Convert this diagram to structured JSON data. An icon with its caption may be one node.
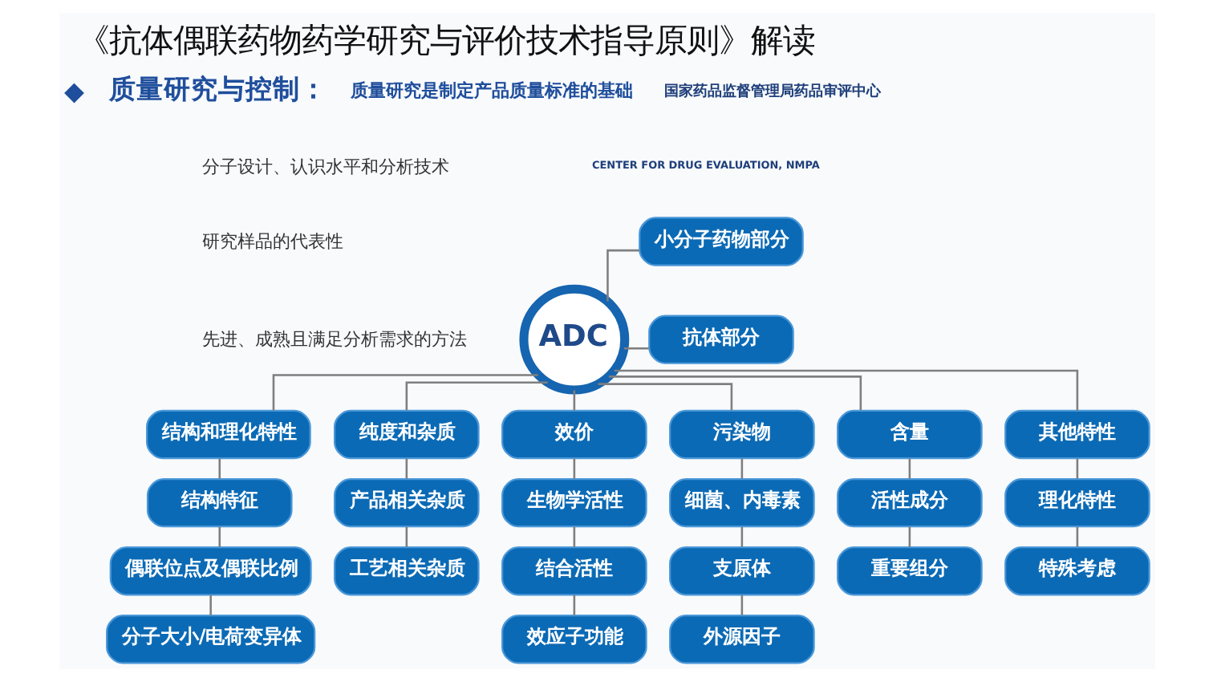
{
  "diagram": {
    "title": "《抗体偶联药物药学研究与评价技术指导原则》解读",
    "nodes": [
      {
        "text": [
          "ADC"
        ]
      },
      {
        "text": [
          "小分子药物部分"
        ]
      },
      {
        "text": [
          "抗体部分"
        ]
      },
      {
        "text": [
          "结构和理化特性"
        ]
      },
      {
        "text": [
          "纯度和杂质"
        ]
      },
      {
        "text": [
          "效价"
        ]
      },
      {
        "text": [
          "污染物"
        ]
      },
      {
        "text": [
          "含量"
        ]
      },
      {
        "text": [
          "其他特性"
        ]
      },
      {
        "text": [
          "结构特征"
        ]
      },
      {
        "text": [
          "产品相关杂质"
        ]
      },
      {
        "text": [
          "生物学活性"
        ]
      },
      {
        "text": [
          "细菌、内毒素"
        ]
      },
      {
        "text": [
          "活性成分"
        ]
      },
      {
        "text": [
          "理化特性"
        ]
      },
      {
        "text": [
          "偶联位点及偶联比例"
        ]
      },
      {
        "text": [
          "工艺相关杂质"
        ]
      },
      {
        "text": [
          "结合活性"
        ]
      },
      {
        "text": [
          "支原体"
        ]
      },
      {
        "text": [
          "重要组分"
        ]
      },
      {
        "text": [
          "特殊考虑"
        ]
      },
      {
        "text": [
          "分子大小/电荷变异体"
        ]
      },
      {
        "text": [
          "效应子功能"
        ]
      },
      {
        "text": [
          "外源因子"
        ]
      }
    ],
    "edges": [
      {
        "from": 0,
        "to": 1,
        "arrow": "none"
      },
      {
        "from": 0,
        "to": 2,
        "arrow": "none"
      },
      {
        "from": 0,
        "to": 3,
        "arrow": "none"
      },
      {
        "from": 0,
        "to": 4,
        "arrow": "none"
      },
      {
        "from": 0,
        "to": 5,
        "arrow": "none"
      },
      {
        "from": 0,
        "to": 6,
        "arrow": "none"
      },
      {
        "from": 0,
        "to": 7,
        "arrow": "none"
      },
      {
        "from": 0,
        "to": 8,
        "arrow": "none"
      },
      {
        "from": 3,
        "to": 9,
        "arrow": "none"
      },
      {
        "from": 9,
        "to": 15,
        "arrow": "none"
      },
      {
        "from": 15,
        "to": 21,
        "arrow": "none"
      },
      {
        "from": 4,
        "to": 10,
        "arrow": "none"
      },
      {
        "from": 10,
        "to": 16,
        "arrow": "none"
      },
      {
        "from": 5,
        "to": 11,
        "arrow": "none"
      },
      {
        "from": 11,
        "to": 17,
        "arrow": "none"
      },
      {
        "from": 17,
        "to": 22,
        "arrow": "none"
      },
      {
        "from": 6,
        "to": 12,
        "arrow": "none"
      },
      {
        "from": 12,
        "to": 18,
        "arrow": "none"
      },
      {
        "from": 18,
        "to": 23,
        "arrow": "none"
      },
      {
        "from": 7,
        "to": 13,
        "arrow": "none"
      },
      {
        "from": 13,
        "to": 19,
        "arrow": "none"
      },
      {
        "from": 8,
        "to": 14,
        "arrow": "none"
      },
      {
        "from": 14,
        "to": 20,
        "arrow": "none"
      }
    ],
    "labels": [
      "国家药品监督管理局药品审评中心",
      "CENTER FOR DRUG EVALUATION, NMPA",
      "质量研究与控制：",
      "质量研究是制定产品质量标准的基础",
      "分子设计、认识水平和分析技术",
      "研究样品的代表性",
      "先进、成熟且满足分析需求的方法"
    ]
  }
}
